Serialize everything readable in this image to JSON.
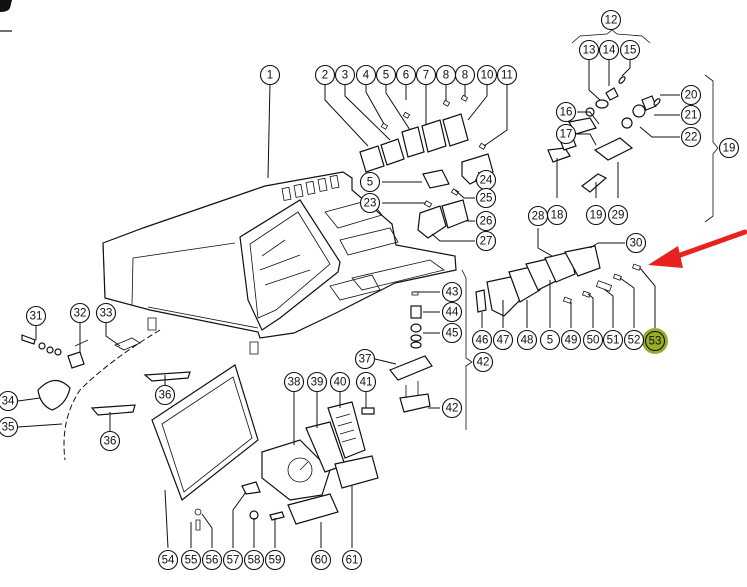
{
  "diagram": {
    "title": "Instrument panel / dashboard console exploded parts diagram",
    "highlight": {
      "callout": "53",
      "color": "#9aaa2a"
    },
    "arrow": {
      "color": "#e8231f",
      "points_to": "53"
    },
    "callouts": {
      "c1": "1",
      "c2": "2",
      "c3": "3",
      "c4": "4",
      "c5a": "5",
      "c6": "6",
      "c7": "7",
      "c8a": "8",
      "c8b": "8",
      "c10": "10",
      "c11": "11",
      "c12": "12",
      "c13": "13",
      "c14": "14",
      "c15": "15",
      "c16": "16",
      "c17": "17",
      "c18": "18",
      "c19a": "19",
      "c19b": "19",
      "c20": "20",
      "c21": "21",
      "c22": "22",
      "c23": "23",
      "c24": "24",
      "c25": "25",
      "c5b": "5",
      "c26": "26",
      "c27": "27",
      "c28": "28",
      "c29": "29",
      "c30": "30",
      "c31": "31",
      "c32": "32",
      "c33": "33",
      "c34": "34",
      "c35": "35",
      "c36a": "36",
      "c36b": "36",
      "c37": "37",
      "c38": "38",
      "c39": "39",
      "c40": "40",
      "c41": "41",
      "c42a": "42",
      "c42b": "42",
      "c43": "43",
      "c44": "44",
      "c45": "45",
      "c46": "46",
      "c47": "47",
      "c48": "48",
      "c5c": "5",
      "c49": "49",
      "c50": "50",
      "c51": "51",
      "c52": "52",
      "c53": "53",
      "c54": "54",
      "c55": "55",
      "c56": "56",
      "c57": "57",
      "c58": "58",
      "c59": "59",
      "c60": "60",
      "c61": "61"
    }
  }
}
